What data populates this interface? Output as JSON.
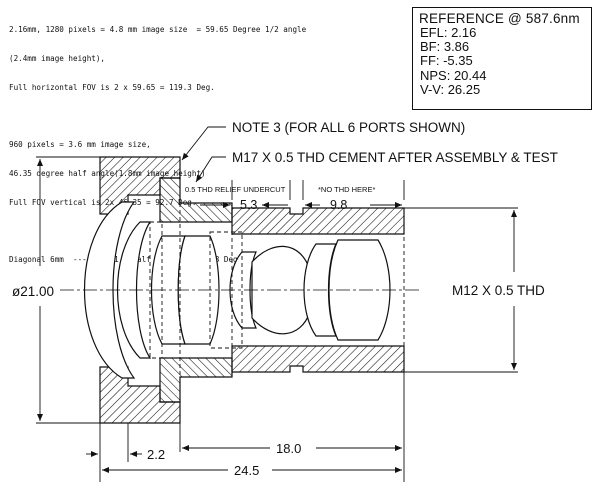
{
  "notes": [
    "2.16mm, 1280 pixels = 4.8 mm image size  = 59.65 Degree 1/2 angle",
    "(2.4mm image height),",
    "Full horizontal FOV is 2 x 59.65 = 119.3 Deg.",
    "",
    "960 pixels = 3.6 mm image size,",
    "46.35 degree half angle(1.8mm image height)",
    "Full FOV vertical is 2x 46.35 = 92.7 Deg.",
    "",
    "Diagonal 6mm  ----> 2x71.4(half angle) = 142.8 Deg."
  ],
  "reference": {
    "title": "REFERENCE @ 587.6nm",
    "rows": [
      "EFL: 2.16",
      "BF: 3.86",
      "FF: -5.35",
      "NPS: 20.44",
      "V-V: 26.25"
    ]
  },
  "labels": {
    "note3": "NOTE 3 (FOR ALL 6 PORTS SHOWN)",
    "m17": "M17 X 0.5 THD CEMENT AFTER ASSEMBLY & TEST",
    "relief": "0.5 THD RELIEF UNDERCUT",
    "nothd": "*NO THD HERE*",
    "m12": "M12 X 0.5 THD",
    "dia": "ø21.00",
    "dim_5_3": "5.3",
    "dim_9_8": "9.8",
    "dim_2_2": "2.2",
    "dim_18": "18.0",
    "dim_24_5": "24.5"
  }
}
